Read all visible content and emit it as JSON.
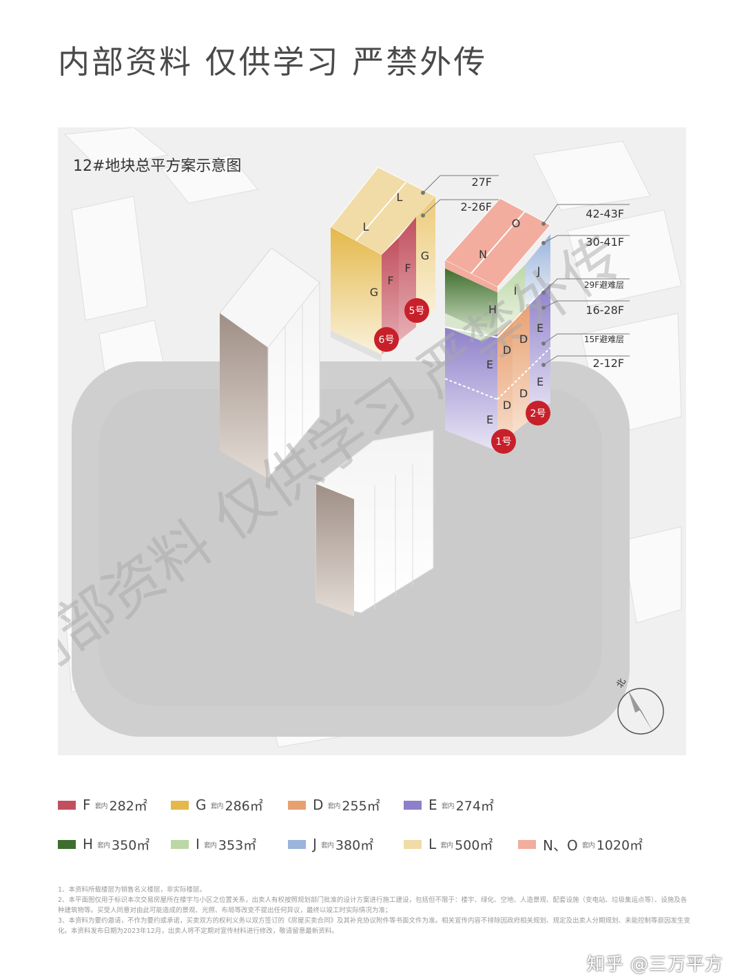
{
  "header": {
    "title": "内部资料  仅供学习  严禁外传"
  },
  "diagram": {
    "title": "12#地块总平方案示意图",
    "watermark": "内部资料 仅供学习 严禁外传",
    "north_label": "北",
    "floor_labels": {
      "b6_top": "27F",
      "b6_mid": "2-26F",
      "b1_top": "42-43F",
      "b1_upper": "30-41F",
      "b1_refuge29": "29F避难层",
      "b1_middle": "16-28F",
      "b1_refuge15": "15F避难层",
      "b1_low": "2-12F"
    },
    "building_badges": {
      "b6": "6号",
      "b5": "5号",
      "b1": "1号",
      "b2": "2号"
    },
    "unit_letters": {
      "L": "L",
      "F": "F",
      "G": "G",
      "N": "N",
      "O": "O",
      "H": "H",
      "I": "I",
      "J": "J",
      "D": "D",
      "E": "E"
    }
  },
  "legend": [
    {
      "letter": "F",
      "icon": "套内",
      "area": "282㎡",
      "color": "#c1505e"
    },
    {
      "letter": "G",
      "icon": "套内",
      "area": "286㎡",
      "color": "#e4b84a"
    },
    {
      "letter": "D",
      "icon": "套内",
      "area": "255㎡",
      "color": "#e8a070"
    },
    {
      "letter": "E",
      "icon": "套内",
      "area": "274㎡",
      "color": "#8e7fca"
    },
    {
      "letter": "H",
      "icon": "套内",
      "area": "350㎡",
      "color": "#3e6e2e"
    },
    {
      "letter": "I",
      "icon": "套内",
      "area": "353㎡",
      "color": "#bcd7a6"
    },
    {
      "letter": "J",
      "icon": "套内",
      "area": "380㎡",
      "color": "#9ab4dc"
    },
    {
      "letter": "L",
      "icon": "套内",
      "area": "500㎡",
      "color": "#f1dba6"
    },
    {
      "letter": "N、O",
      "icon": "套内",
      "area": "1020㎡",
      "color": "#f2ad9e"
    }
  ],
  "notes": [
    "1、本资料所载楼层为销售名义楼层，非实际楼层。",
    "2、本平面图仅用于标识本次交易房屋所在楼宇与小区之位置关系，出卖人有权按照规划部门批准的设计方案进行施工建设，包括但不限于：楼宇、绿化、空地、人造景观、配套设施（变电站、垃圾集运点等）、设施及各种建筑物等。买受人同意对由此可能造成的景观、光照、布局等改变不提出任何异议，最终以竣工时实际情况为准；",
    "3、本资料为要约邀请，不作为要约或承诺，买卖双方的权利义务以双方签订的《房屋买卖合同》及其补充协议附件等书面文件为准。相关宣传内容不排除因政府相关规划、规定及出卖人分期规划、未能控制等原因发生变化。本资料发布日期为2023年12月，出卖人将不定期对宣传材料进行修改，敬请留意最新资料。"
  ],
  "footer": {
    "brand": "知乎 @三万平方"
  }
}
